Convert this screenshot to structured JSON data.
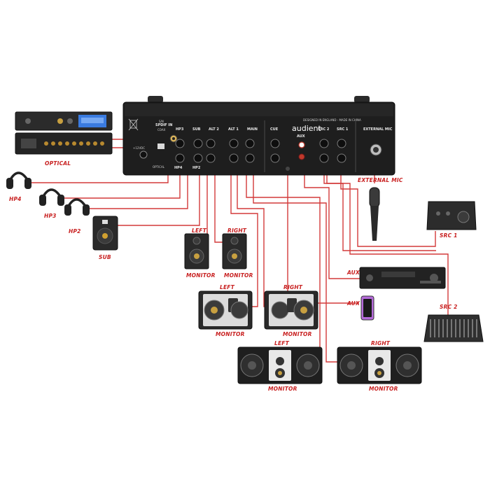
{
  "interface": {
    "panel_text": {
      "spdif_in": "SPDIF IN",
      "coax": "COAX",
      "sn": "S/N",
      "optical": "OPTICAL",
      "power": "+12VDC",
      "designed": "DESIGNED IN ENGLAND - MADE IN CHINA",
      "brand": "audient",
      "ext_mic": "EXTERNAL MIC",
      "hp3": "HP3",
      "hp4": "HP4",
      "sub": "SUB",
      "hp2": "HP2",
      "alt2": "ALT 2",
      "alt1": "ALT 1",
      "main": "MAIN",
      "cue": "CUE",
      "aux": "AUX",
      "src2": "SRC 2",
      "src1": "SRC 1"
    }
  },
  "labels": {
    "optical": "OPTICAL",
    "hp4": "HP4",
    "hp3": "HP3",
    "hp2": "HP2",
    "sub": "SUB",
    "external_mic": "EXTERNAL MIC",
    "src1": "SRC 1",
    "src2": "SRC 2",
    "aux_top": "AUX",
    "aux_bottom": "AUX",
    "alt2_left": "LEFT",
    "alt2_right": "RIGHT",
    "alt2_monitor_left": "MONITOR",
    "alt2_monitor_right": "MONITOR",
    "alt1_left": "LEFT",
    "alt1_right": "RIGHT",
    "alt1_monitor_left": "MONITOR",
    "alt1_monitor_right": "MONITOR",
    "main_left": "LEFT",
    "main_right": "RIGHT",
    "main_monitor_left": "MONITOR",
    "main_monitor_right": "MONITOR"
  },
  "colors": {
    "cable": "#d33a3a",
    "label": "#c82020",
    "chassis": "#1e1e1e"
  }
}
